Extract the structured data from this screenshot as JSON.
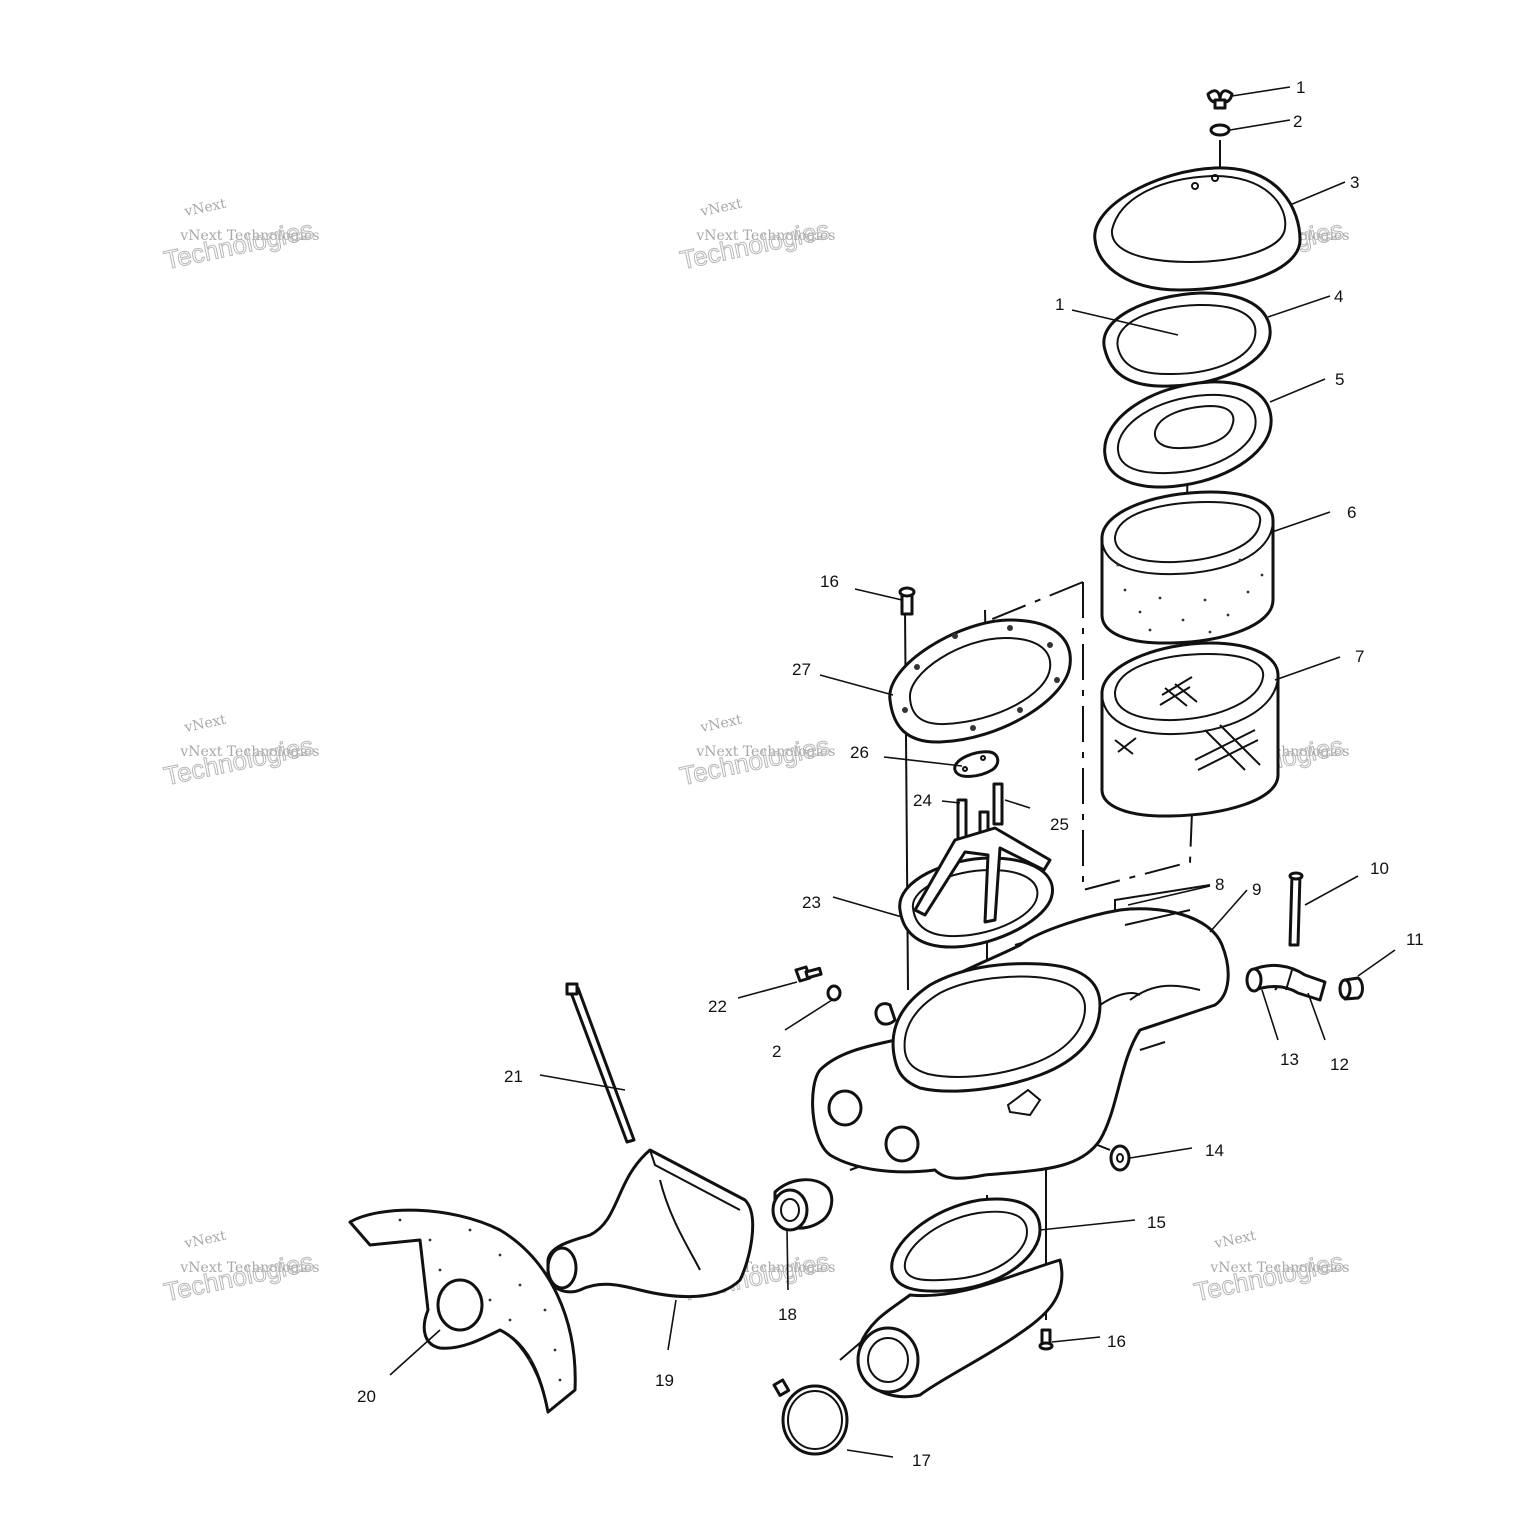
{
  "watermark": {
    "line_small": "vNext Technologies",
    "line_top": "vNext",
    "line_big": "Technologies"
  },
  "callouts": [
    {
      "id": "1",
      "label": "1"
    },
    {
      "id": "2",
      "label": "2"
    },
    {
      "id": "3",
      "label": "3"
    },
    {
      "id": "1b",
      "label": "1"
    },
    {
      "id": "4",
      "label": "4"
    },
    {
      "id": "5",
      "label": "5"
    },
    {
      "id": "6",
      "label": "6"
    },
    {
      "id": "7",
      "label": "7"
    },
    {
      "id": "8",
      "label": "8"
    },
    {
      "id": "9",
      "label": "9"
    },
    {
      "id": "10",
      "label": "10"
    },
    {
      "id": "11",
      "label": "11"
    },
    {
      "id": "12",
      "label": "12"
    },
    {
      "id": "13",
      "label": "13"
    },
    {
      "id": "14",
      "label": "14"
    },
    {
      "id": "15",
      "label": "15"
    },
    {
      "id": "16",
      "label": "16"
    },
    {
      "id": "16b",
      "label": "16"
    },
    {
      "id": "17",
      "label": "17"
    },
    {
      "id": "18",
      "label": "18"
    },
    {
      "id": "19",
      "label": "19"
    },
    {
      "id": "20",
      "label": "20"
    },
    {
      "id": "21",
      "label": "21"
    },
    {
      "id": "22",
      "label": "22"
    },
    {
      "id": "2b",
      "label": "2"
    },
    {
      "id": "23",
      "label": "23"
    },
    {
      "id": "24",
      "label": "24"
    },
    {
      "id": "25",
      "label": "25"
    },
    {
      "id": "26",
      "label": "26"
    },
    {
      "id": "27",
      "label": "27"
    }
  ]
}
